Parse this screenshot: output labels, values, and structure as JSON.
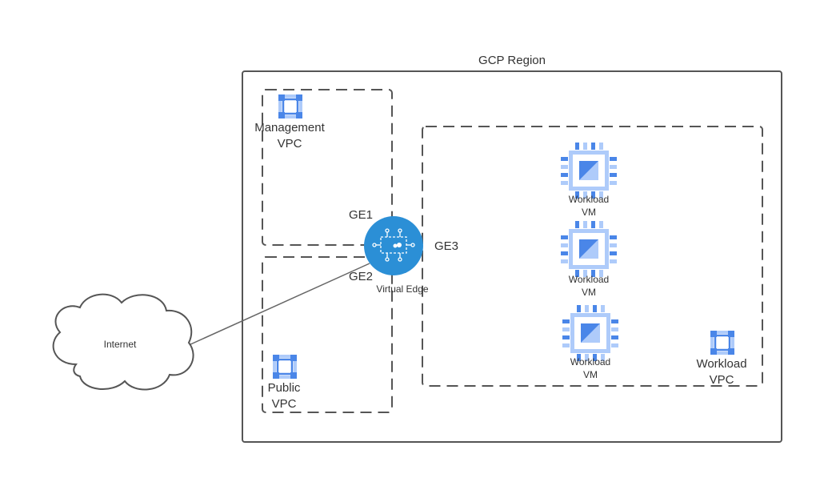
{
  "region": {
    "title": "GCP  Region"
  },
  "management_vpc": {
    "line1": "Management",
    "line2": "VPC"
  },
  "public_vpc": {
    "line1": "Public",
    "line2": "VPC"
  },
  "workload_vpc": {
    "line1": "Workload",
    "line2": "VPC"
  },
  "virtual_edge": {
    "label": "Virtual Edge",
    "ge1": "GE1",
    "ge2": "GE2",
    "ge3": "GE3"
  },
  "internet": {
    "label": "Internet"
  },
  "workload_vms": [
    {
      "line1": "Workload",
      "line2": "VM"
    },
    {
      "line1": "Workload",
      "line2": "VM"
    },
    {
      "line1": "Workload",
      "line2": "VM"
    }
  ],
  "colors": {
    "border": "#555555",
    "icon_blue": "#4a86e8",
    "icon_light": "#aecbfa",
    "edge_blue": "#2b8fd6",
    "text": "#333333"
  }
}
